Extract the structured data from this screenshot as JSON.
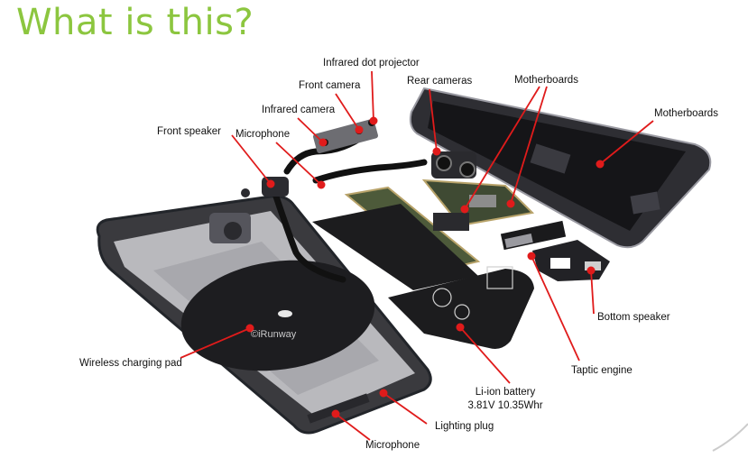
{
  "title": "What is this?",
  "watermark": "©iRunway",
  "colors": {
    "title": "#8cc63f",
    "pointer": "#e01b1b",
    "frame": "#3a3a3e",
    "battery": "#1c1c1e",
    "board": "#4d5a3a"
  },
  "labels": {
    "infrared_dot_projector": "Infrared dot projector",
    "front_camera": "Front camera",
    "rear_cameras": "Rear cameras",
    "motherboards_center": "Motherboards",
    "motherboards_right": "Motherboards",
    "infrared_camera": "Infrared camera",
    "front_speaker": "Front speaker",
    "microphone_top": "Microphone",
    "bottom_speaker": "Bottom speaker",
    "taptic_engine": "Taptic engine",
    "wireless_charging_pad": "Wireless charging pad",
    "battery_line1": "Li-ion battery",
    "battery_line2": "3.81V 10.35Whr",
    "lighting_plug": "Lighting plug",
    "microphone_bottom": "Microphone"
  }
}
